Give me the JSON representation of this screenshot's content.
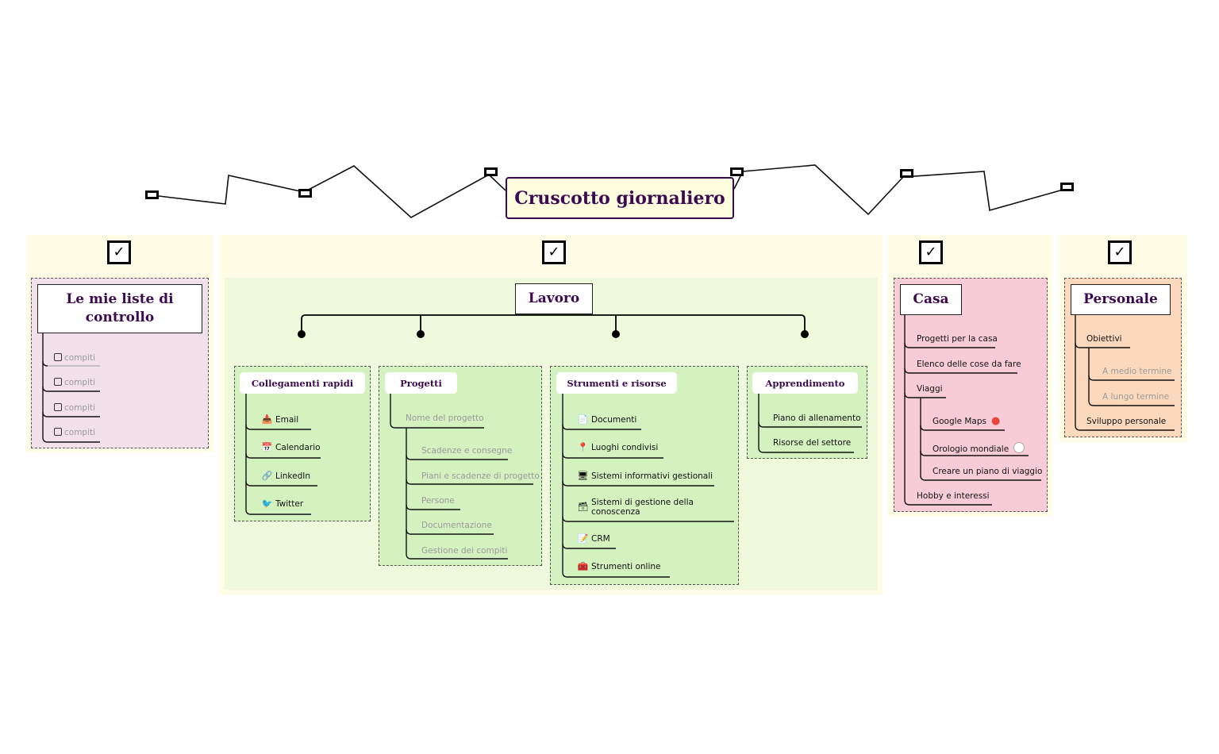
{
  "title": "Cruscotto giornaliero",
  "check_mark": "✓",
  "checklists": {
    "heading": "Le mie liste di controllo",
    "items": [
      "compiti",
      "compiti",
      "compiti",
      "compiti"
    ]
  },
  "lavoro": {
    "heading": "Lavoro",
    "quick_links": {
      "heading": "Collegamenti rapidi",
      "items": [
        {
          "icon": "inbox-tray-icon",
          "glyph": "📥",
          "label": "Email"
        },
        {
          "icon": "calendar-icon",
          "glyph": "📅",
          "label": "Calendario"
        },
        {
          "icon": "link-icon",
          "glyph": "🔗",
          "label": "LinkedIn"
        },
        {
          "icon": "bird-icon",
          "glyph": "🐦",
          "label": "Twitter"
        }
      ]
    },
    "projects": {
      "heading": "Progetti",
      "parent": "Nome del progetto",
      "items": [
        "Scadenze e consegne",
        "Piani e scadenze di progetto",
        "Persone",
        "Documentazione",
        "Gestione dei compiti"
      ]
    },
    "tools": {
      "heading": "Strumenti e risorse",
      "items": [
        {
          "icon": "document-icon",
          "glyph": "📄",
          "label": "Documenti"
        },
        {
          "icon": "pin-icon",
          "glyph": "📍",
          "label": "Luoghi condivisi"
        },
        {
          "icon": "computer-icon",
          "glyph": "🖥",
          "label": "Sistemi informativi gestionali"
        },
        {
          "icon": "card-box-icon",
          "glyph": "🗃",
          "label": "Sistemi di gestione della conoscenza"
        },
        {
          "icon": "notepad-icon",
          "glyph": "📝",
          "label": "CRM"
        },
        {
          "icon": "toolbox-icon",
          "glyph": "🧰",
          "label": "Strumenti online"
        }
      ]
    },
    "learning": {
      "heading": "Apprendimento",
      "items": [
        "Piano di allenamento",
        "Risorse del settore"
      ]
    }
  },
  "casa": {
    "heading": "Casa",
    "items": {
      "home_projects": "Progetti per la casa",
      "chores": "Elenco delle cose da fare",
      "travel": "Viaggi",
      "google_maps": "Google Maps",
      "world_clock": "Orologio mondiale",
      "trip_plan": "Creare un piano di viaggio",
      "hobbies": "Hobby e interessi"
    }
  },
  "personale": {
    "heading": "Personale",
    "items": {
      "goals": "Obiettivi",
      "medium_term": "A medio termine",
      "long_term": "A lungo termine",
      "growth": "Sviluppo personale"
    }
  },
  "colors": {
    "title_bg": "#ffffe0",
    "panel_bg": "#fffde6",
    "lavoro_bg": "#eff9dc",
    "sub_bg": "#d3f2bf",
    "checklist_bg": "#f2e0ea",
    "casa_bg": "#f8ccd6",
    "personale_bg": "#fcd9bc",
    "heading_text": "#3d0a52"
  }
}
